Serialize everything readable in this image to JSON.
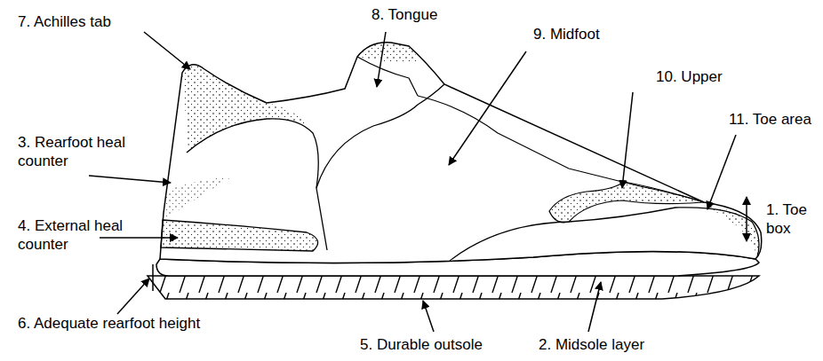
{
  "diagram": {
    "labels": [
      "7. Achilles tab",
      "8. Tongue",
      "9. Midfoot",
      "10. Upper",
      "11. Toe area",
      "1. Toe box",
      "3. Rearfoot heal counter",
      "4. External heal counter",
      "6. Adequate rearfoot height",
      "5. Durable outsole",
      "2. Midsole layer"
    ]
  }
}
